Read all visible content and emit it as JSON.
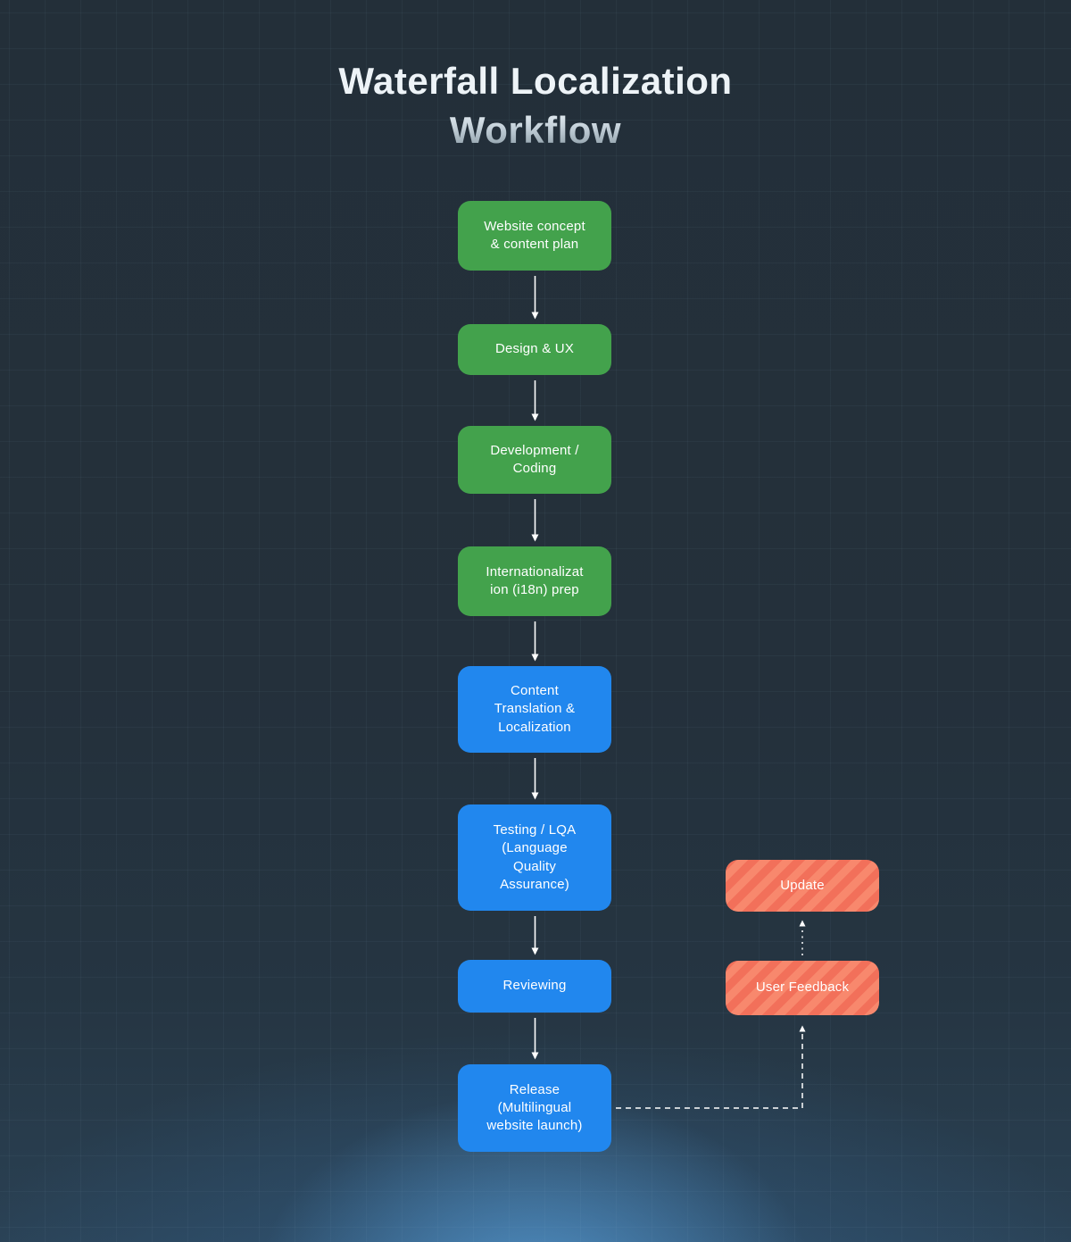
{
  "title": {
    "line1": "Waterfall Localization",
    "line2": "Workflow"
  },
  "colors": {
    "background": "#243039",
    "green_node": "#43a24c",
    "blue_node": "#2187ee",
    "orange_node_base": "#f2705a",
    "orange_node_stripe": "#f8886d",
    "arrow": "#ffffff",
    "bottom_glow": "#589ed8",
    "title_primary": "#edf3f7"
  },
  "flow": {
    "main_nodes": [
      {
        "id": "website-concept-content-plan",
        "label": "Website concept\n& content plan",
        "type": "green"
      },
      {
        "id": "design-ux",
        "label": "Design & UX",
        "type": "green"
      },
      {
        "id": "development-coding",
        "label": "Development /\nCoding",
        "type": "green"
      },
      {
        "id": "internationalization-prep",
        "label": "Internationalizat\nion (i18n) prep",
        "type": "green"
      },
      {
        "id": "content-translation-localization",
        "label": "Content\nTranslation &\nLocalization",
        "type": "blue"
      },
      {
        "id": "testing-lqa",
        "label": "Testing / LQA\n(Language\nQuality\nAssurance)",
        "type": "blue"
      },
      {
        "id": "reviewing",
        "label": "Reviewing",
        "type": "blue"
      },
      {
        "id": "release-multilingual-launch",
        "label": "Release\n(Multilingual\nwebsite launch)",
        "type": "blue"
      }
    ],
    "feedback_nodes": [
      {
        "id": "update",
        "label": "Update",
        "type": "orange"
      },
      {
        "id": "user-feedback",
        "label": "User Feedback",
        "type": "orange"
      }
    ]
  }
}
